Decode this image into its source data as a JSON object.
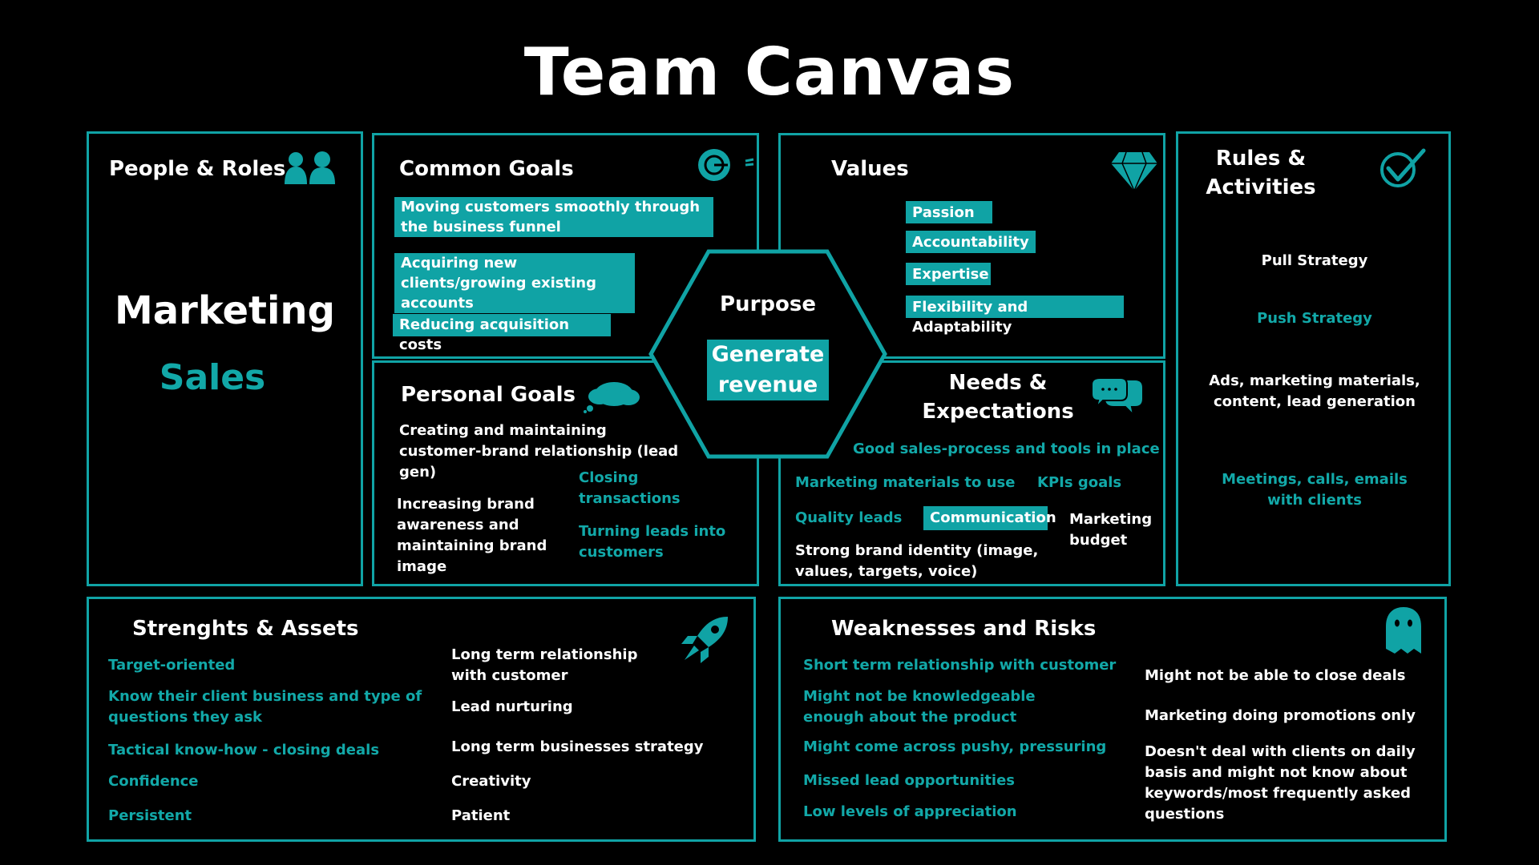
{
  "title": "Team Canvas",
  "accent_color": "#10a3a5",
  "people_roles": {
    "heading": "People & Roles",
    "icon": "people-icon",
    "roles": [
      "Marketing",
      "Sales"
    ]
  },
  "common_goals": {
    "heading": "Common Goals",
    "icon": "target-icon",
    "items": [
      "Moving customers smoothly through the business funnel",
      "Acquiring new clients/growing existing accounts",
      "Reducing acquisition costs"
    ]
  },
  "values": {
    "heading": "Values",
    "icon": "diamond-icon",
    "items": [
      "Passion",
      "Accountability",
      "Expertise",
      "Flexibility and Adaptability"
    ]
  },
  "rules_activities": {
    "heading_line1": "Rules &",
    "heading_line2": "Activities",
    "icon": "checkmark-icon",
    "items": [
      "Pull Strategy",
      "Push Strategy",
      "Ads, marketing materials, content, lead generation",
      "Meetings, calls, emails with clients"
    ]
  },
  "purpose": {
    "heading": "Purpose",
    "value": "Generate revenue"
  },
  "personal_goals": {
    "heading": "Personal Goals",
    "icon": "cloud-icon",
    "items": [
      "Creating and maintaining customer-brand relationship (lead gen)",
      "Increasing brand awareness and maintaining brand image",
      "Closing transactions",
      "Turning leads into customers"
    ]
  },
  "needs_expectations": {
    "heading_line1": "Needs &",
    "heading_line2": "Expectations",
    "icon": "chat-bubbles-icon",
    "items": [
      "Good sales-process and tools in place",
      "Marketing materials to use",
      "KPIs goals",
      "Quality leads",
      "Communication",
      "Marketing budget",
      "Strong brand identity (image, values, targets, voice)"
    ]
  },
  "strengths_assets": {
    "heading": "Strenghts & Assets",
    "icon": "rocket-icon",
    "items": [
      "Target-oriented",
      "Know their client business and type of questions they ask",
      "Tactical know-how - closing deals",
      "Confidence",
      "Persistent",
      "Long term relationship with customer",
      "Lead nurturing",
      "Long term businesses strategy",
      "Creativity",
      "Patient"
    ]
  },
  "weaknesses_risks": {
    "heading": "Weaknesses and Risks",
    "icon": "ghost-icon",
    "items": [
      "Short term relationship with customer",
      "Might not be knowledgeable enough about the product",
      "Might come across pushy, pressuring",
      "Missed lead opportunities",
      "Low levels of appreciation",
      "Might not be able to close deals",
      "Marketing doing promotions only",
      "Doesn't deal with clients on daily basis and might not know about keywords/most frequently asked questions"
    ]
  }
}
